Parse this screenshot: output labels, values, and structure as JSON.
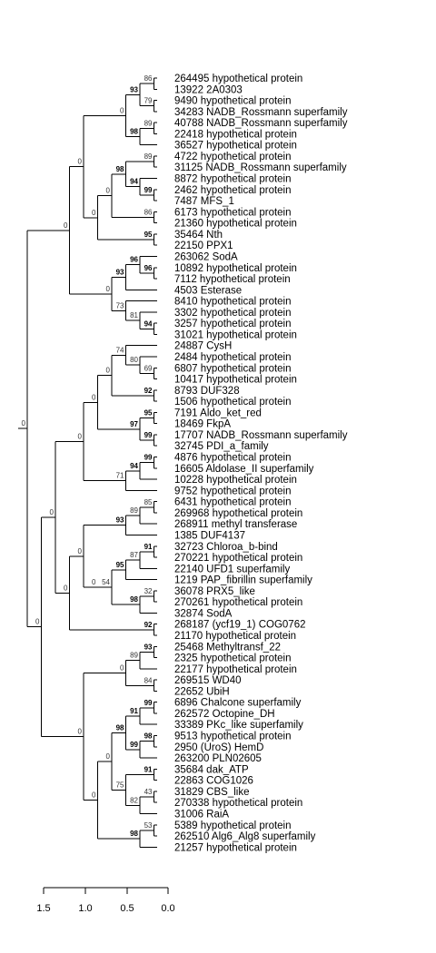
{
  "leaves": [
    "264495 hypothetical protein",
    "13922 2A0303",
    "9490 hypothetical protein",
    "34283 NADB_Rossmann superfamily",
    "40788 NADB_Rossmann superfamily",
    "22418 hypothetical protein",
    "36527 hypothetical protein",
    "4722 hypothetical protein",
    "31125 NADB_Rossmann superfamily",
    "8872 hypothetical protein",
    "2462 hypothetical protein",
    "7487 MFS_1",
    "6173 hypothetical protein",
    "21360 hypothetical protein",
    "35464 Nth",
    "22150 PPX1",
    "263062 SodA",
    "10892 hypothetical protein",
    "7112 hypothetical protein",
    "4503 Esterase",
    "8410 hypothetical protein",
    "3302 hypothetical protein",
    "3257 hypothetical protein",
    "31021 hypothetical protein",
    "24887 CysH",
    "2484 hypothetical protein",
    "6807 hypothetical protein",
    "10417 hypothetical protein",
    "8793 DUF328",
    "1506 hypothetical protein",
    "7191 Aldo_ket_red",
    "18469 FkpA",
    "17707 NADB_Rossmann superfamily",
    "32745 PDI_a_family",
    "4876 hypothetical protein",
    "16605 Aldolase_II superfamily",
    "10228 hypothetical protein",
    "9752 hypothetical protein",
    "6431 hypothetical protein",
    "269968 hypothetical protein",
    "268911 methyl transferase",
    "1385 DUF4137",
    "32723 Chloroa_b-bind",
    "270221 hypothetical protein",
    "22140 UFD1 superfamily",
    "1219 PAP_fibrillin superfamily",
    "36078 PRX5_like",
    "270261 hypothetical protein",
    "32874 SodA",
    "268187 (ycf19_1) COG0762",
    "21170 hypothetical protein",
    "25468 Methyltransf_22",
    "2325 hypothetical protein",
    "22177 hypothetical protein",
    "269515 WD40",
    "22652 UbiH",
    "6896 Chalcone superfamily",
    "262572 Octopine_DH",
    "33389 PKc_like superfamily",
    "9513 hypothetical protein",
    "2950 (UroS) HemD",
    "263200 PLN02605",
    "35684 dak_ATP",
    "22863 COG1026",
    "31829 CBS_like",
    "270338 hypothetical protein",
    "31006 RaiA",
    "5389 hypothetical protein",
    "262510 Alg6_Alg8 superfamily",
    "21257 hypothetical protein"
  ],
  "tree": {
    "bs": "0",
    "bold": false,
    "children": [
      {
        "bs": "0",
        "bold": false,
        "children": [
          {
            "bs": "0",
            "bold": false,
            "children": [
              {
                "bs": "0",
                "bold": false,
                "children": [
                  {
                    "bs": "93",
                    "bold": true,
                    "children": [
                      {
                        "bs": "86",
                        "bold": false,
                        "children": [
                          0,
                          1
                        ]
                      },
                      {
                        "bs": "79",
                        "bold": false,
                        "children": [
                          2,
                          3
                        ]
                      }
                    ]
                  },
                  {
                    "bs": "98",
                    "bold": true,
                    "children": [
                      {
                        "bs": "89",
                        "bold": false,
                        "children": [
                          4,
                          5
                        ]
                      },
                      6
                    ]
                  }
                ]
              },
              {
                "bs": "0",
                "bold": false,
                "children": [
                  {
                    "bs": "0",
                    "bold": false,
                    "children": [
                      {
                        "bs": "98",
                        "bold": true,
                        "children": [
                          {
                            "bs": "89",
                            "bold": false,
                            "children": [
                              7,
                              8
                            ]
                          },
                          {
                            "bs": "94",
                            "bold": true,
                            "children": [
                              9,
                              {
                                "bs": "99",
                                "bold": true,
                                "children": [
                                  10,
                                  11
                                ]
                              }
                            ]
                          }
                        ]
                      },
                      {
                        "bs": "86",
                        "bold": false,
                        "children": [
                          12,
                          13
                        ]
                      }
                    ]
                  },
                  {
                    "bs": "95",
                    "bold": true,
                    "children": [
                      14,
                      15
                    ]
                  }
                ]
              }
            ]
          },
          {
            "bs": "0",
            "bold": false,
            "children": [
              {
                "bs": "93",
                "bold": true,
                "children": [
                  {
                    "bs": "96",
                    "bold": true,
                    "children": [
                      16,
                      {
                        "bs": "96",
                        "bold": true,
                        "children": [
                          17,
                          18
                        ]
                      }
                    ]
                  },
                  19
                ]
              },
              {
                "bs": "73",
                "bold": false,
                "children": [
                  20,
                  {
                    "bs": "81",
                    "bold": false,
                    "children": [
                      21,
                      {
                        "bs": "94",
                        "bold": true,
                        "children": [
                          22,
                          23
                        ]
                      }
                    ]
                  }
                ]
              }
            ]
          }
        ]
      },
      {
        "bs": "0",
        "bold": false,
        "children": [
          {
            "bs": "0",
            "bold": false,
            "children": [
              {
                "bs": "0",
                "bold": false,
                "children": [
                  {
                    "bs": "0",
                    "bold": false,
                    "children": [
                      {
                        "bs": "0",
                        "bold": false,
                        "children": [
                          {
                            "bs": "74",
                            "bold": false,
                            "children": [
                              24,
                              {
                                "bs": "80",
                                "bold": false,
                                "children": [
                                  25,
                                  {
                                    "bs": "69",
                                    "bold": false,
                                    "children": [
                                      26,
                                      27
                                    ]
                                  }
                                ]
                              }
                            ]
                          },
                          {
                            "bs": "92",
                            "bold": true,
                            "children": [
                              28,
                              29
                            ]
                          }
                        ]
                      },
                      {
                        "bs": "97",
                        "bold": true,
                        "children": [
                          {
                            "bs": "95",
                            "bold": true,
                            "children": [
                              30,
                              31
                            ]
                          },
                          {
                            "bs": "99",
                            "bold": true,
                            "children": [
                              32,
                              33
                            ]
                          }
                        ]
                      }
                    ]
                  },
                  {
                    "bs": "71",
                    "bold": false,
                    "children": [
                      {
                        "bs": "94",
                        "bold": true,
                        "children": [
                          {
                            "bs": "99",
                            "bold": true,
                            "children": [
                              34,
                              35
                            ]
                          },
                          36
                        ]
                      },
                      37
                    ]
                  }
                ]
              },
              {
                "bs": "0",
                "bold": false,
                "children": [
                  {
                    "bs": "0",
                    "bold": false,
                    "children": [
                      {
                        "bs": "93",
                        "bold": true,
                        "children": [
                          {
                            "bs": "89",
                            "bold": false,
                            "children": [
                              {
                                "bs": "85",
                                "bold": false,
                                "children": [
                                  38,
                                  39
                                ]
                              },
                              40
                            ]
                          },
                          41
                        ]
                      },
                      {
                        "bs": "0",
                        "bold": false,
                        "children": [
                          {
                            "bs": "54",
                            "bold": false,
                            "children": [
                              {
                                "bs": "95",
                                "bold": true,
                                "children": [
                                  {
                                    "bs": "87",
                                    "bold": false,
                                    "children": [
                                      {
                                        "bs": "91",
                                        "bold": true,
                                        "children": [
                                          42,
                                          43
                                        ]
                                      },
                                      44
                                    ]
                                  },
                                  45
                                ]
                              },
                              {
                                "bs": "98",
                                "bold": true,
                                "children": [
                                  {
                                    "bs": "32",
                                    "bold": false,
                                    "children": [
                                      46,
                                      47
                                    ]
                                  },
                                  48
                                ]
                              }
                            ]
                          }
                        ]
                      }
                    ]
                  },
                  {
                    "bs": "92",
                    "bold": true,
                    "children": [
                      49,
                      50
                    ]
                  }
                ]
              }
            ]
          },
          {
            "bs": "0",
            "bold": false,
            "children": [
              {
                "bs": "0",
                "bold": false,
                "children": [
                  {
                    "bs": "89",
                    "bold": false,
                    "children": [
                      {
                        "bs": "93",
                        "bold": true,
                        "children": [
                          51,
                          52
                        ]
                      },
                      53
                    ]
                  },
                  {
                    "bs": "84",
                    "bold": false,
                    "children": [
                      54,
                      55
                    ]
                  }
                ]
              },
              {
                "bs": "0",
                "bold": false,
                "children": [
                  {
                    "bs": "0",
                    "bold": false,
                    "children": [
                      {
                        "bs": "98",
                        "bold": true,
                        "children": [
                          {
                            "bs": "91",
                            "bold": true,
                            "children": [
                              {
                                "bs": "99",
                                "bold": true,
                                "children": [
                                  56,
                                  57
                                ]
                              },
                              58
                            ]
                          },
                          {
                            "bs": "99",
                            "bold": true,
                            "children": [
                              {
                                "bs": "98",
                                "bold": true,
                                "children": [
                                  59,
                                  60
                                ]
                              },
                              61
                            ]
                          }
                        ]
                      },
                      {
                        "bs": "75",
                        "bold": false,
                        "children": [
                          {
                            "bs": "91",
                            "bold": true,
                            "children": [
                              62,
                              63
                            ]
                          },
                          {
                            "bs": "82",
                            "bold": false,
                            "children": [
                              {
                                "bs": "43",
                                "bold": false,
                                "children": [
                                  64,
                                  65
                                ]
                              },
                              66
                            ]
                          }
                        ]
                      }
                    ]
                  },
                  {
                    "bs": "98",
                    "bold": true,
                    "children": [
                      {
                        "bs": "53",
                        "bold": false,
                        "children": [
                          67,
                          68
                        ]
                      },
                      69
                    ]
                  }
                ]
              }
            ]
          }
        ]
      }
    ]
  },
  "scale": {
    "ticks": [
      "1.5",
      "1.0",
      "0.5",
      "0.0"
    ]
  }
}
